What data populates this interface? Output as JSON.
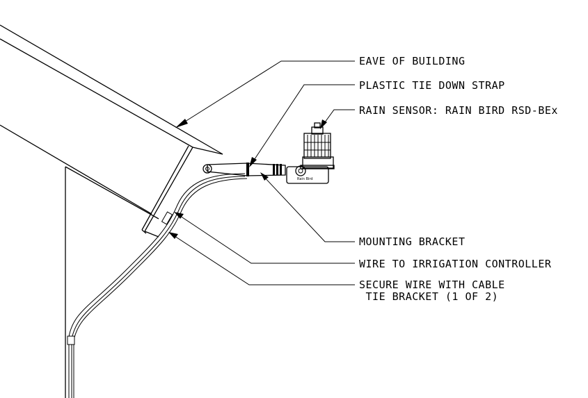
{
  "labels": {
    "eave": "EAVE OF BUILDING",
    "strap": "PLASTIC TIE DOWN STRAP",
    "sensor": "RAIN SENSOR:  RAIN BIRD RSD-BEx",
    "bracket": "MOUNTING BRACKET",
    "wire": "WIRE TO IRRIGATION CONTROLLER",
    "secure_line1": "SECURE WIRE WITH CABLE",
    "secure_line2": " TIE BRACKET (1 OF 2)"
  },
  "sensor_brand_mark": "Rain Bird"
}
